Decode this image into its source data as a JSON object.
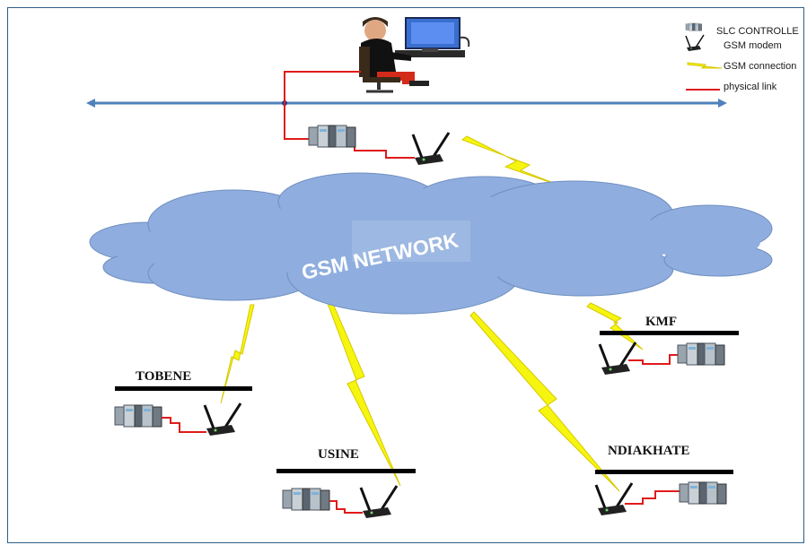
{
  "diagram": {
    "cloud_label": "GSM NETWORK",
    "legend": [
      {
        "label": "SLC CONTROLLE",
        "icon": "plc-controller-icon"
      },
      {
        "label": "GSM modem",
        "icon": "gsm-modem-icon"
      },
      {
        "label": "GSM connection",
        "icon": "lightning-icon"
      },
      {
        "label": "physical link",
        "icon": "red-line-icon"
      }
    ],
    "sites": [
      {
        "label": "TOBENE"
      },
      {
        "label": "USINE"
      },
      {
        "label": "KMF"
      },
      {
        "label": "NDIAKHATE"
      }
    ],
    "colors": {
      "cloud": "#8faedf",
      "bus": "#4f81bd",
      "physical_link": "#e01b1b",
      "gsm_connection": "#f2f20d",
      "frame": "#2e5f8a"
    }
  }
}
